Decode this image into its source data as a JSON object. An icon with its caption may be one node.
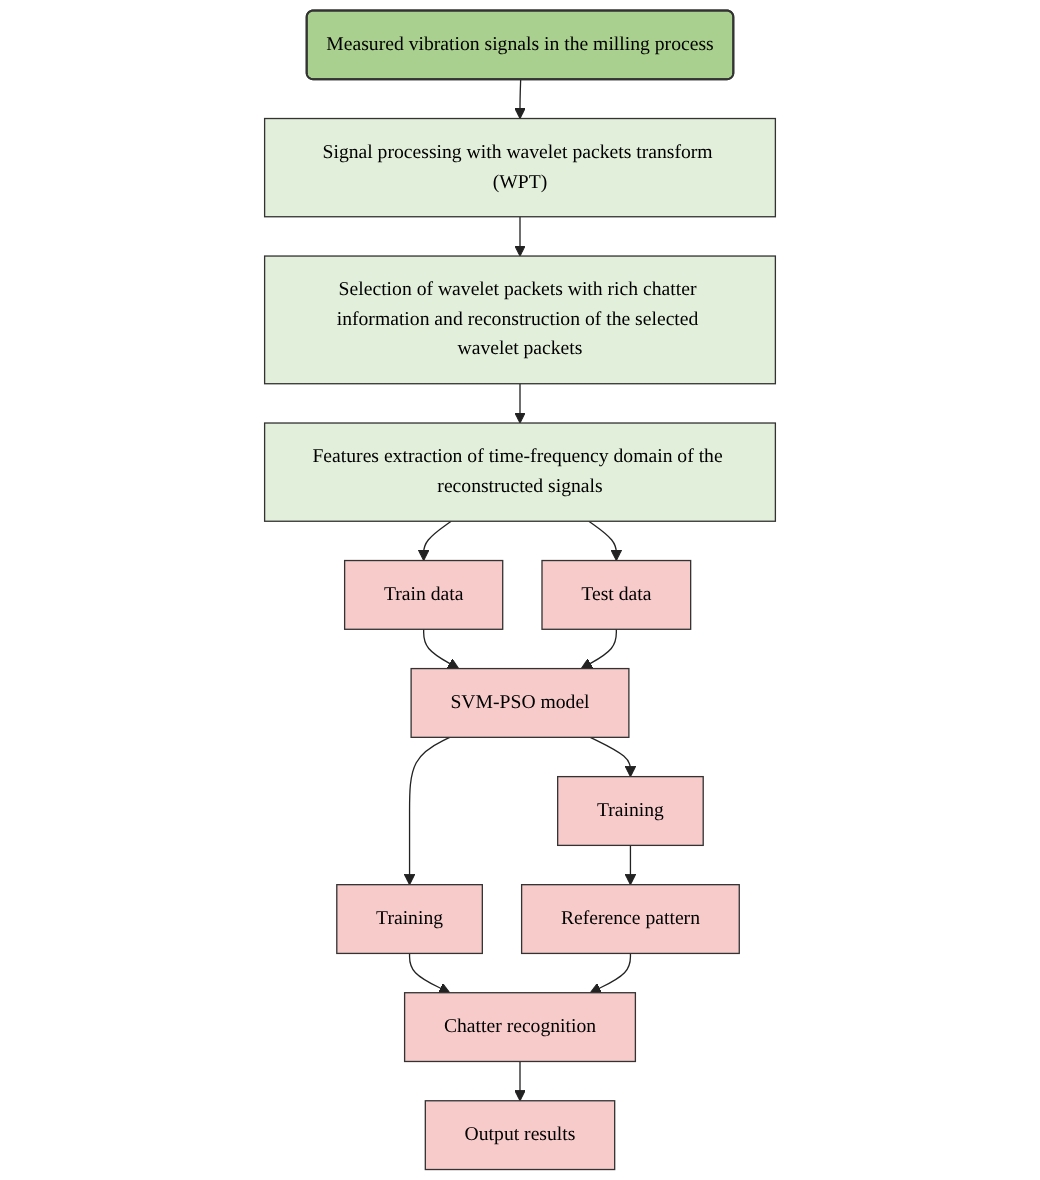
{
  "diagram": {
    "nodes": [
      {
        "text": [
          "Measured vibration signals in the milling process"
        ]
      },
      {
        "text": [
          "Signal processing with wavelet packets transform (WPT)"
        ]
      },
      {
        "text": [
          "Selection of wavelet packets with rich chatter information and reconstruction of the selected wavelet packets"
        ]
      },
      {
        "text": [
          "Features extraction of time-frequency domain of the reconstructed signals"
        ]
      },
      {
        "text": [
          "Train data"
        ]
      },
      {
        "text": [
          "Test data"
        ]
      },
      {
        "text": [
          "Training"
        ]
      },
      {
        "text": [
          "SVM-PSO model"
        ]
      },
      {
        "text": [
          "Training"
        ]
      },
      {
        "text": [
          "Reference pattern"
        ]
      },
      {
        "text": [
          "Chatter recognition"
        ]
      },
      {
        "text": [
          "Output results"
        ]
      }
    ],
    "edges": [
      {
        "from": 0,
        "to": 1,
        "arrow": "to"
      },
      {
        "from": 1,
        "to": 2,
        "arrow": "to"
      },
      {
        "from": 2,
        "to": 3,
        "arrow": "to"
      },
      {
        "from": 3,
        "to": 4,
        "arrow": "to"
      },
      {
        "from": 3,
        "to": 5,
        "arrow": "to"
      },
      {
        "from": 4,
        "to": 7,
        "arrow": "to"
      },
      {
        "from": 5,
        "to": 7,
        "arrow": "to"
      },
      {
        "from": 7,
        "to": 6,
        "arrow": "to"
      },
      {
        "from": 7,
        "to": 8,
        "arrow": "to"
      },
      {
        "from": 6,
        "to": 9,
        "arrow": "to"
      },
      {
        "from": 8,
        "to": 10,
        "arrow": "to"
      },
      {
        "from": 9,
        "to": 10,
        "arrow": "to"
      },
      {
        "from": 10,
        "to": 11,
        "arrow": "to"
      }
    ]
  }
}
